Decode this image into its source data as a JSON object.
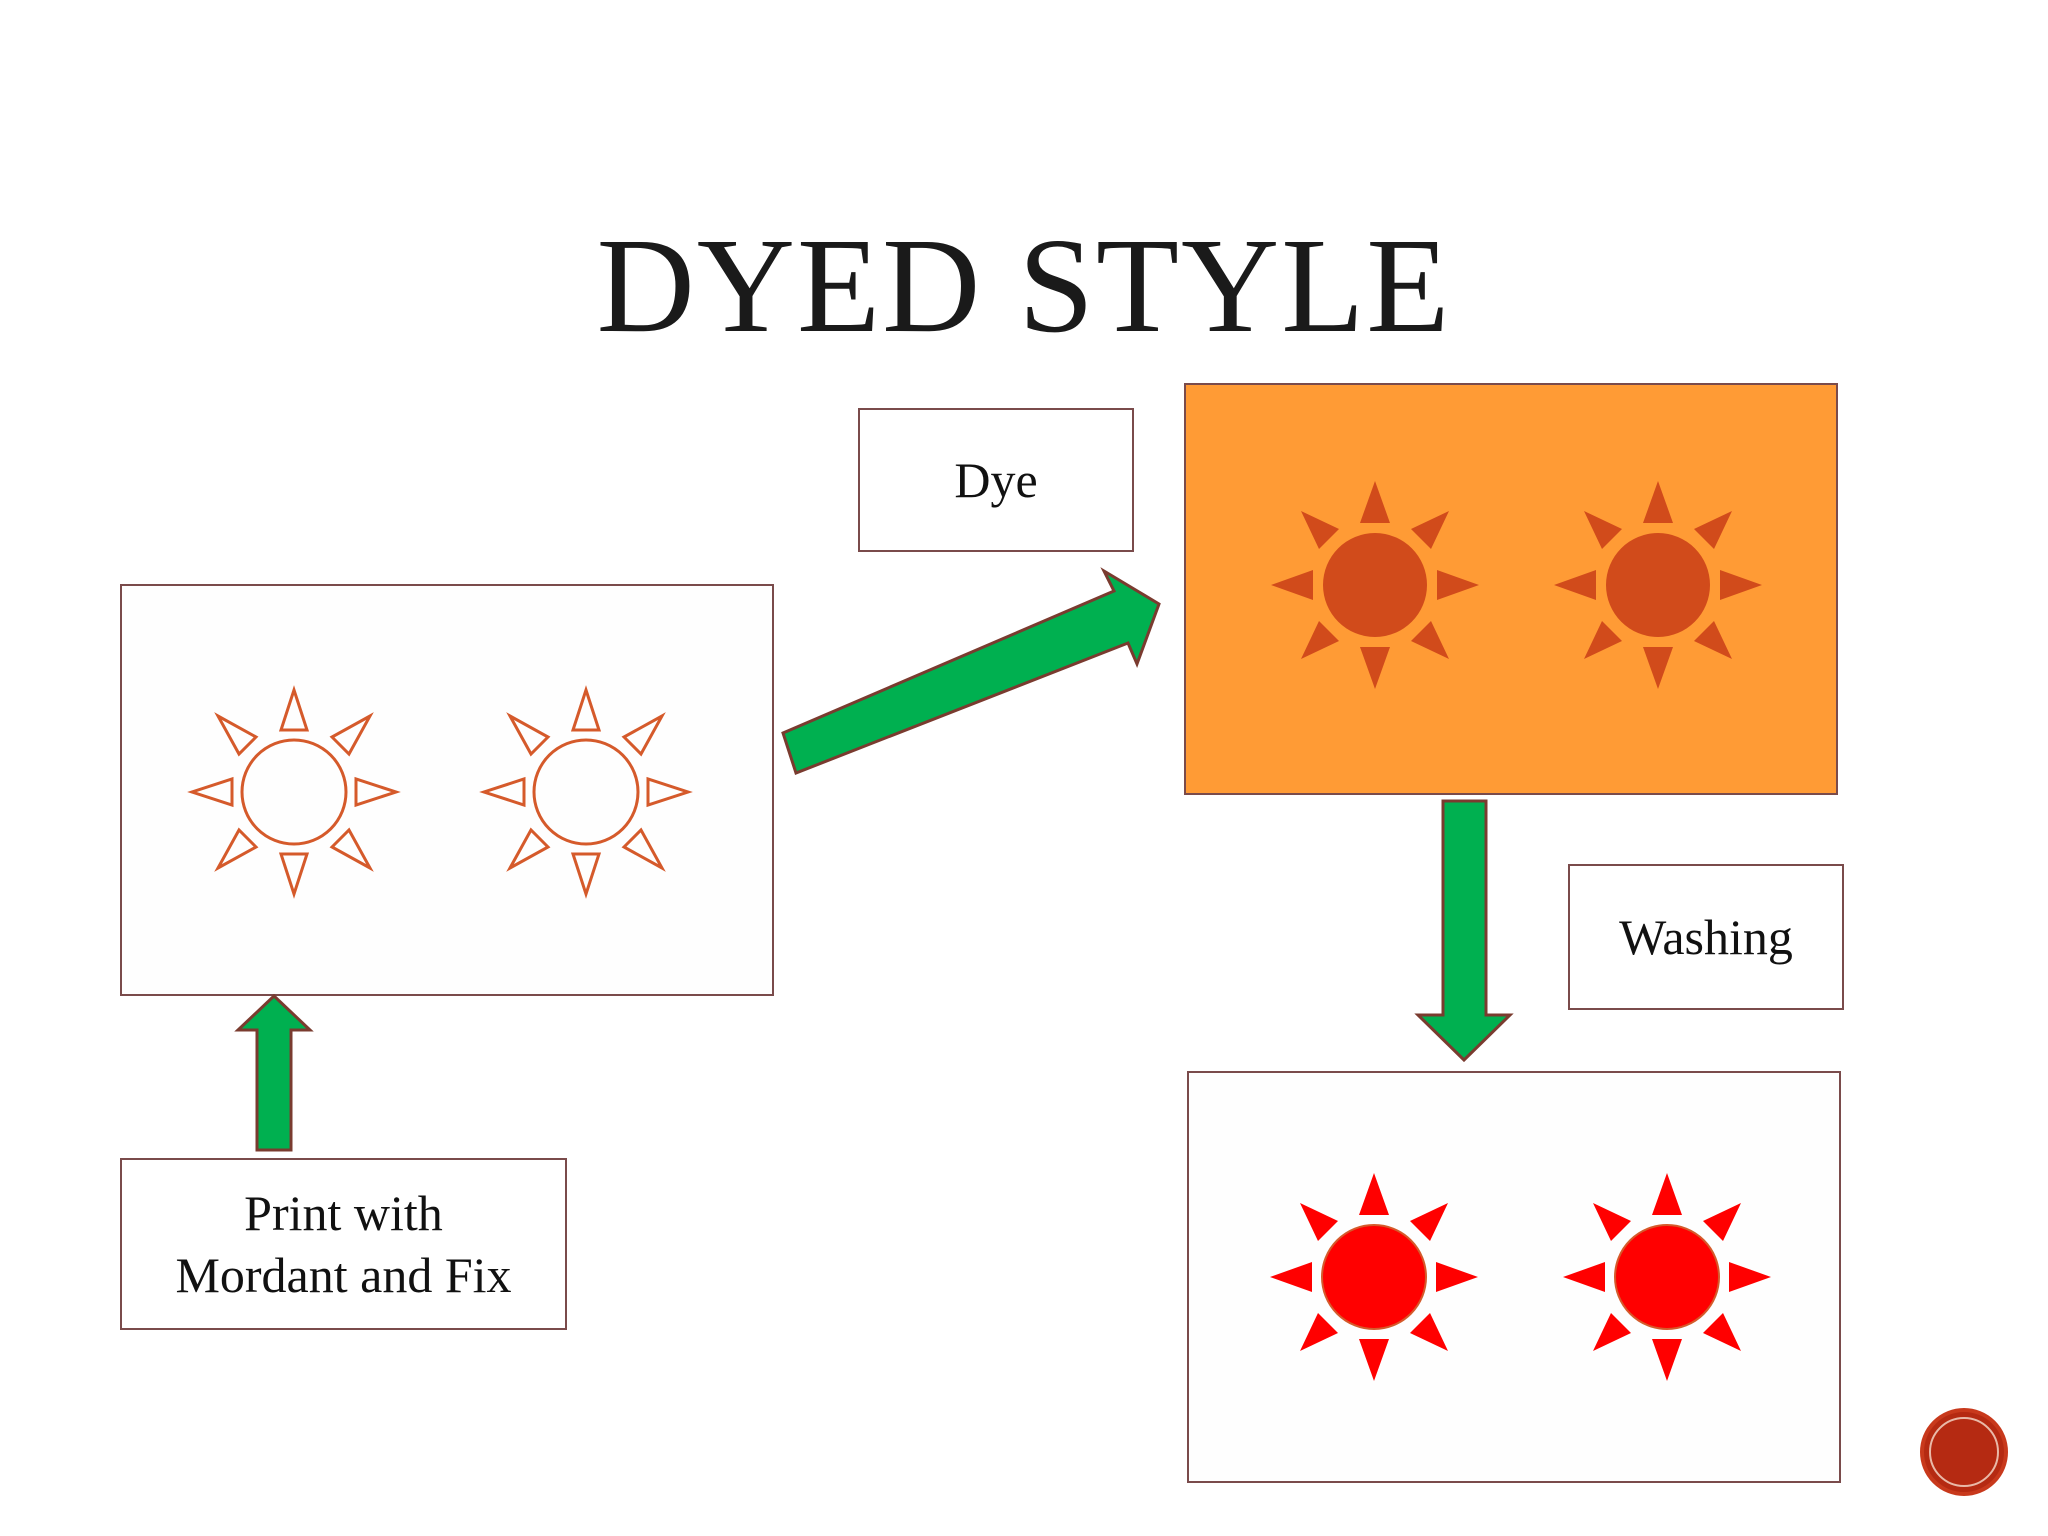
{
  "title": "DYED STYLE",
  "labels": {
    "dye": "Dye",
    "washing": "Washing",
    "print": "Print with\nMordant and Fix"
  },
  "colors": {
    "sun_outline": "#d55a2b",
    "sun_dyed": "#d14b1b",
    "panel_dyed_bg": "#ff9b35",
    "sun_washed": "#ff0000",
    "arrow_fill": "#00b050",
    "arrow_stroke": "#7a3b2f",
    "nav_button": "#b52a12"
  },
  "icons": [
    "sun-icon",
    "arrow-icon",
    "circle-button-icon"
  ]
}
